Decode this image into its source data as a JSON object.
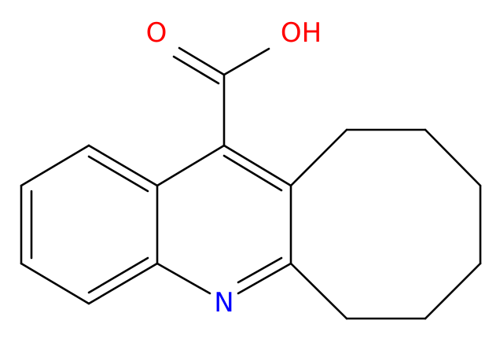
{
  "molecule": {
    "atom_labels": {
      "carbonyl_oxygen": "O",
      "hydroxyl": "OH",
      "ring_nitrogen": "N"
    },
    "colors": {
      "bond": "#000000",
      "oxygen": "#ff0000",
      "nitrogen": "#0000ff"
    }
  }
}
